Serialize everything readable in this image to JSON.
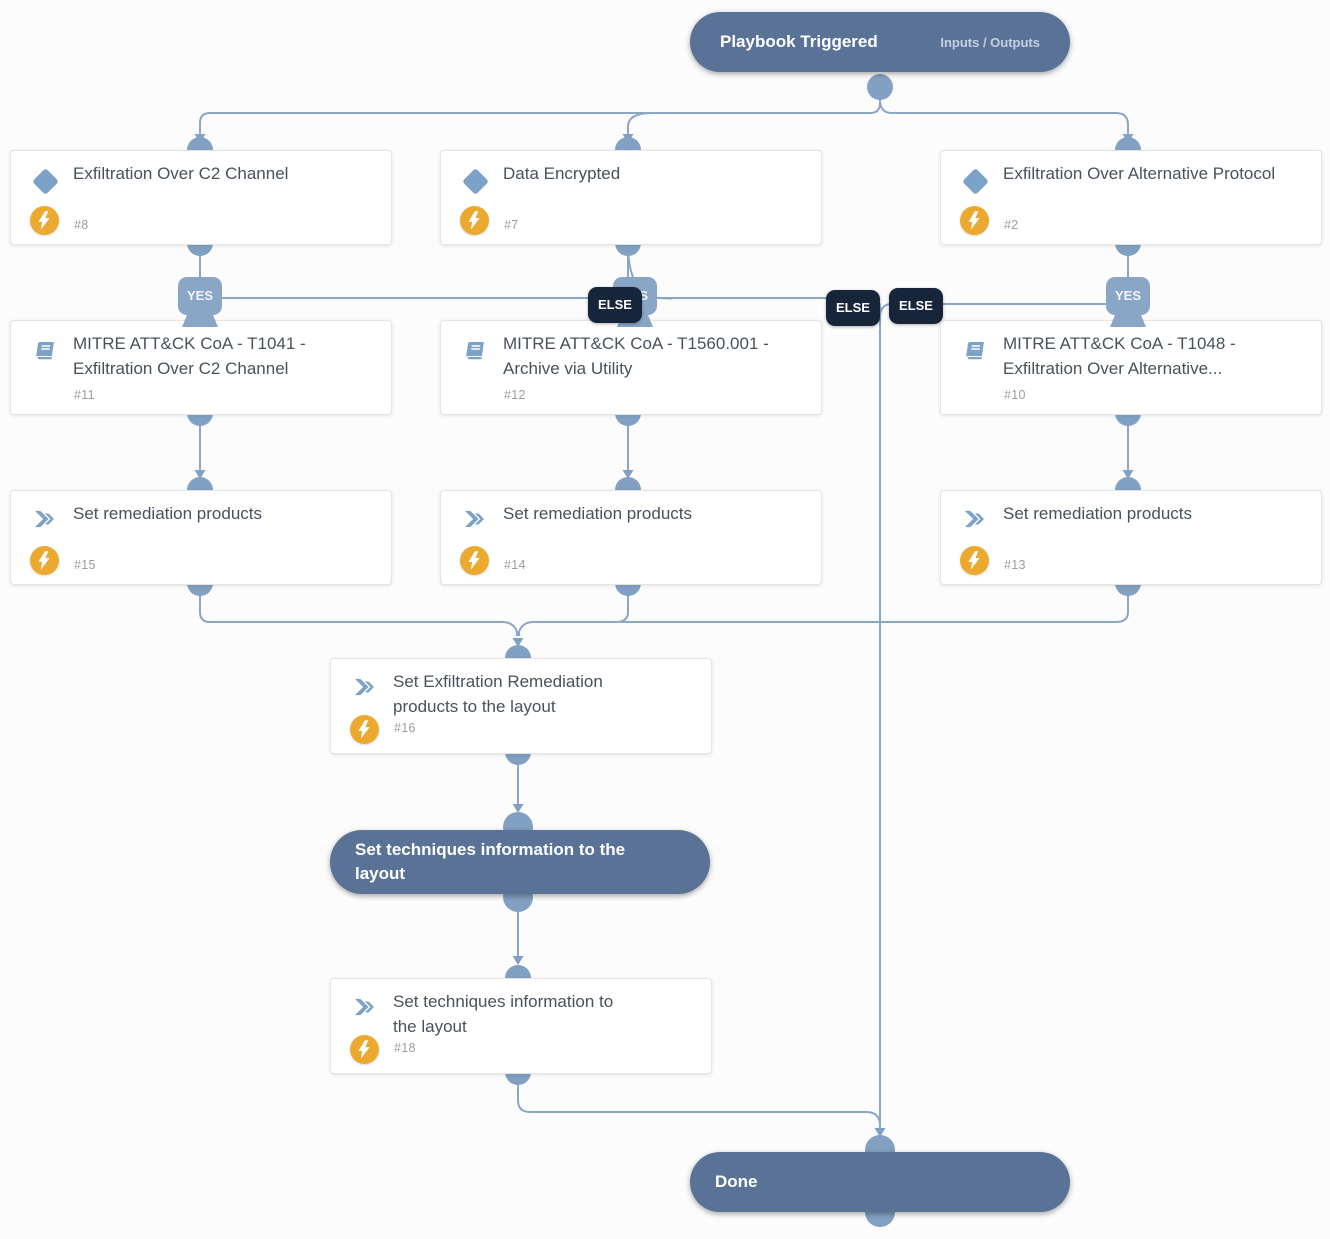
{
  "diagram": {
    "start": {
      "label": "Playbook Triggered",
      "link": "Inputs / Outputs"
    },
    "conditions": [
      {
        "title": "Exfiltration Over C2 Channel",
        "id": "#8"
      },
      {
        "title": "Data Encrypted",
        "id": "#7"
      },
      {
        "title": "Exfiltration Over Alternative Protocol",
        "id": "#2"
      }
    ],
    "subplaybooks": [
      {
        "title": "MITRE ATT&CK CoA - T1041 - Exfiltration Over C2 Channel",
        "id": "#11"
      },
      {
        "title": "MITRE ATT&CK CoA - T1560.001 - Archive via Utility",
        "id": "#12"
      },
      {
        "title": "MITRE ATT&CK CoA - T1048 - Exfiltration Over Alternative...",
        "id": "#10"
      }
    ],
    "remediation": [
      {
        "title": "Set remediation products",
        "id": "#15"
      },
      {
        "title": "Set remediation products",
        "id": "#14"
      },
      {
        "title": "Set remediation products",
        "id": "#13"
      }
    ],
    "exfil_layout_task": {
      "title": "Set Exfiltration Remediation products to the layout",
      "id": "#16"
    },
    "section_header": {
      "title": "Set techniques information to the layout"
    },
    "techniques_layout_task": {
      "title": "Set techniques information to the layout",
      "id": "#18"
    },
    "end": {
      "label": "Done"
    },
    "edge_labels": {
      "yes": "YES",
      "else": "ELSE"
    },
    "icons": {
      "condition": "diamond-icon",
      "subplaybook": "book-icon",
      "task": "chevron-icon",
      "automation": "lightning-icon"
    },
    "colors": {
      "pill": "#5a7296",
      "connector": "#8ba7c4",
      "port": "#82a1c2",
      "yes_tag": "#8aa6c6",
      "else_tag": "#17253b",
      "badge": "#eca92f",
      "node_icon": "#7da2c8"
    }
  }
}
